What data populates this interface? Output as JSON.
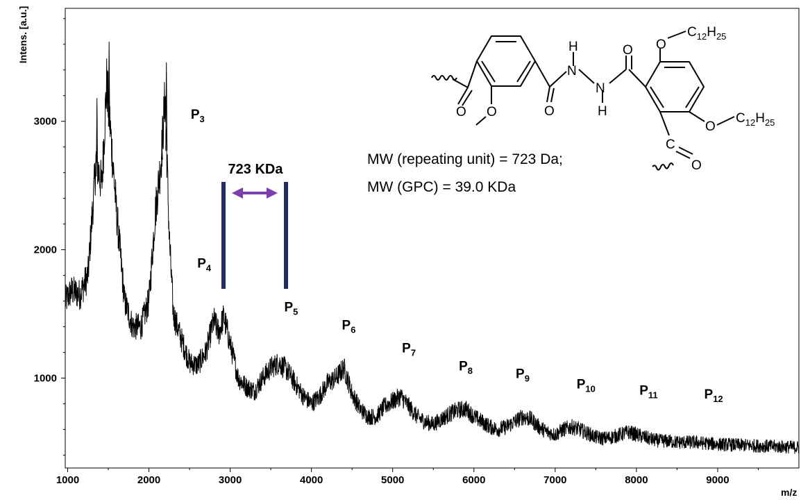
{
  "chart_data": {
    "type": "line",
    "xlabel": "m/z",
    "ylabel": "Intens. [a.u.]",
    "xlim": [
      970,
      10000
    ],
    "ylim": [
      300,
      3880
    ],
    "x_ticks": [
      1000,
      2000,
      3000,
      4000,
      5000,
      6000,
      7000,
      8000,
      9000
    ],
    "x_tick_labels": [
      "1000",
      "2000",
      "3000",
      "4000",
      "5000",
      "6000",
      "7000",
      "8000",
      "9000"
    ],
    "y_ticks": [
      1000,
      2000,
      3000
    ],
    "y_tick_labels": [
      "1000",
      "2000",
      "3000"
    ],
    "grid": false,
    "legend": "none",
    "line_color": "#000000",
    "series": [
      {
        "x": [
          970,
          1050,
          1150,
          1250,
          1350,
          1420,
          1480,
          1530,
          1600,
          1700,
          1800,
          1900,
          2000,
          2080,
          2150,
          2200,
          2250,
          2300,
          2400,
          2500,
          2600,
          2700,
          2800,
          2860,
          2920,
          2980,
          3100,
          3200,
          3300,
          3400,
          3500,
          3600,
          3700,
          3800,
          3900,
          4000,
          4100,
          4200,
          4300,
          4400,
          4500,
          4600,
          4700,
          4800,
          4900,
          5000,
          5100,
          5200,
          5300,
          5400,
          5500,
          5600,
          5700,
          5800,
          5900,
          6000,
          6100,
          6200,
          6300,
          6400,
          6500,
          6600,
          6700,
          6800,
          6900,
          7000,
          7100,
          7200,
          7300,
          7400,
          7500,
          7600,
          7700,
          7800,
          7900,
          8000,
          8100,
          8200,
          8300,
          8400,
          8500,
          8600,
          8700,
          8800,
          8900,
          9000,
          9200,
          9400,
          9600,
          9800,
          10000
        ],
        "y": [
          1600,
          1680,
          1650,
          1800,
          2700,
          2500,
          3300,
          2900,
          2300,
          1600,
          1400,
          1400,
          1600,
          2300,
          2700,
          3200,
          2100,
          1500,
          1300,
          1120,
          1100,
          1200,
          1450,
          1350,
          1480,
          1320,
          1000,
          930,
          900,
          1000,
          1080,
          1120,
          1060,
          960,
          860,
          800,
          860,
          960,
          1000,
          1080,
          880,
          760,
          700,
          700,
          780,
          820,
          860,
          780,
          700,
          660,
          640,
          680,
          720,
          750,
          760,
          700,
          660,
          620,
          600,
          620,
          660,
          700,
          680,
          620,
          580,
          560,
          600,
          620,
          600,
          570,
          540,
          530,
          540,
          560,
          580,
          560,
          540,
          520,
          510,
          510,
          500,
          500,
          500,
          495,
          490,
          485,
          480,
          475,
          470,
          465,
          460
        ]
      }
    ],
    "annotations": {
      "peak_labels": [
        {
          "label": "P",
          "sub": "3",
          "x": 2600,
          "y": 3020
        },
        {
          "label": "P",
          "sub": "4",
          "x": 2680,
          "y": 1860
        },
        {
          "label": "P",
          "sub": "5",
          "x": 3750,
          "y": 1520
        },
        {
          "label": "P",
          "sub": "6",
          "x": 4460,
          "y": 1380
        },
        {
          "label": "P",
          "sub": "7",
          "x": 5200,
          "y": 1200
        },
        {
          "label": "P",
          "sub": "8",
          "x": 5900,
          "y": 1060
        },
        {
          "label": "P",
          "sub": "9",
          "x": 6600,
          "y": 1000
        },
        {
          "label": "P",
          "sub": "10",
          "x": 7380,
          "y": 920
        },
        {
          "label": "P",
          "sub": "11",
          "x": 8150,
          "y": 870
        },
        {
          "label": "P",
          "sub": "12",
          "x": 8950,
          "y": 840
        }
      ],
      "spacing": {
        "text": "723 KDa",
        "bar_color": "#1f2d6b",
        "arrow_color": "#7b3fb0"
      },
      "mw_repeating": "MW (repeating unit) = 723 Da;",
      "mw_gpc": "MW (GPC) = 39.0 KDa"
    }
  },
  "structure": {
    "h_top": "H",
    "h_bottom": "H",
    "n_top": "N",
    "n_bottom": "N",
    "o_ketone_left": "O",
    "o_methoxy": "O",
    "o_amide_left": "O",
    "o_amide_right": "O",
    "o_ether_top": "O",
    "o_ether_bottom": "O",
    "o_ketone_bottom": "O",
    "c_ketone_bottom": "C",
    "c12h25_top_c": "C",
    "c12h25_top_n": "12",
    "c12h25_top_h": "H",
    "c12h25_top_m": "25",
    "c12h25_bot_c": "C",
    "c12h25_bot_n": "12",
    "c12h25_bot_h": "H",
    "c12h25_bot_m": "25"
  }
}
